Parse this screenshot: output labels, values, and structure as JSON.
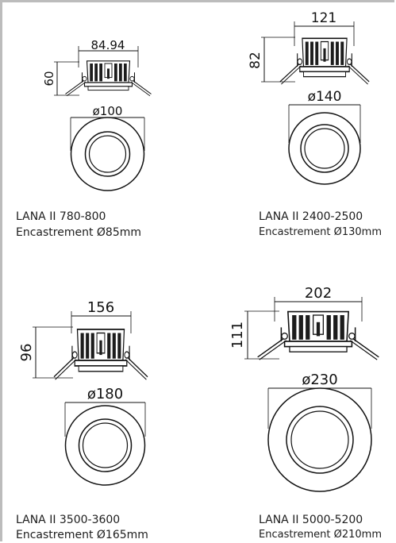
{
  "products": [
    {
      "name": "LANA II 780-800",
      "cutout": "Encastrement Ø85mm",
      "width_dim": "84.94",
      "height_dim": "60",
      "diameter_dim": "ø100"
    },
    {
      "name": "LANA II 2400-2500",
      "cutout": "Encastrement Ø130mm",
      "width_dim": "121",
      "height_dim": "82",
      "diameter_dim": "ø140"
    },
    {
      "name": "LANA II 3500-3600",
      "cutout": "Encastrement Ø165mm",
      "width_dim": "156",
      "height_dim": "96",
      "diameter_dim": "ø180"
    },
    {
      "name": "LANA II 5000-5200",
      "cutout": "Encastrement Ø210mm",
      "width_dim": "202",
      "height_dim": "111",
      "diameter_dim": "ø230"
    }
  ]
}
